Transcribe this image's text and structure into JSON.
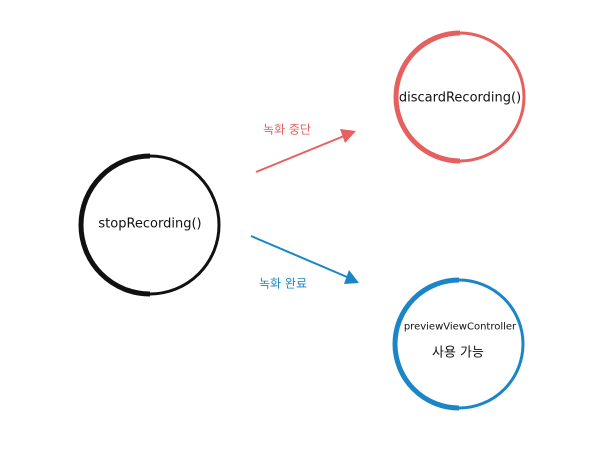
{
  "colors": {
    "start": "#111111",
    "discard": "#e5605f",
    "preview": "#1a86c7",
    "background": "#ffffff"
  },
  "nodes": {
    "start": {
      "label": "stopRecording()"
    },
    "discard": {
      "label": "discardRecording()"
    },
    "preview": {
      "label": "previewViewController",
      "sublabel": "사용 가능"
    }
  },
  "edges": {
    "discard": {
      "label": "녹화 중단"
    },
    "preview": {
      "label": "녹화 완료"
    }
  }
}
